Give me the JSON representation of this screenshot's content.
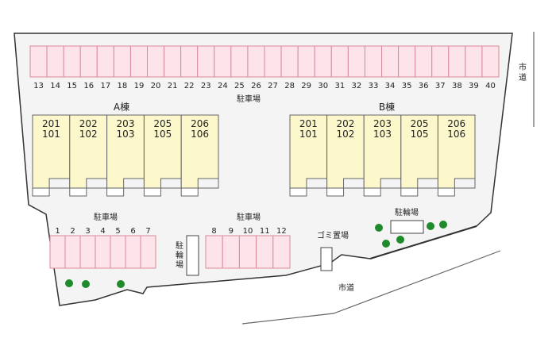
{
  "colors": {
    "parking_fill": "#fde3ea",
    "parking_stroke": "#d98a9a",
    "building_fill": "#fcf8cc",
    "ground": "#f4f4f4",
    "tree": "#1f8a2a"
  },
  "top_parking": {
    "label": "駐車場",
    "spaces": [
      "13",
      "14",
      "15",
      "16",
      "17",
      "18",
      "19",
      "20",
      "21",
      "22",
      "23",
      "24",
      "25",
      "26",
      "27",
      "28",
      "29",
      "30",
      "31",
      "32",
      "33",
      "34",
      "35",
      "36",
      "37",
      "38",
      "39",
      "40"
    ]
  },
  "building_a": {
    "label": "A棟",
    "units": [
      [
        "201",
        "101"
      ],
      [
        "202",
        "102"
      ],
      [
        "203",
        "103"
      ],
      [
        "205",
        "105"
      ],
      [
        "206",
        "106"
      ]
    ]
  },
  "building_b": {
    "label": "B棟",
    "units": [
      [
        "201",
        "101"
      ],
      [
        "202",
        "102"
      ],
      [
        "203",
        "103"
      ],
      [
        "205",
        "105"
      ],
      [
        "206",
        "106"
      ]
    ]
  },
  "parking_left": {
    "label": "駐車場",
    "spaces": [
      "1",
      "2",
      "3",
      "4",
      "5",
      "6",
      "7"
    ]
  },
  "parking_right": {
    "label": "駐車場",
    "spaces": [
      "8",
      "9",
      "10",
      "11",
      "12"
    ]
  },
  "bike_parking_vertical": {
    "label": [
      "駐",
      "輪",
      "場"
    ]
  },
  "garbage": {
    "label": "ゴミ置場"
  },
  "bike_parking_right": {
    "label": "駐輪場"
  },
  "road_right": {
    "label": [
      "市",
      "道"
    ]
  },
  "road_bottom": {
    "label": "市道"
  }
}
